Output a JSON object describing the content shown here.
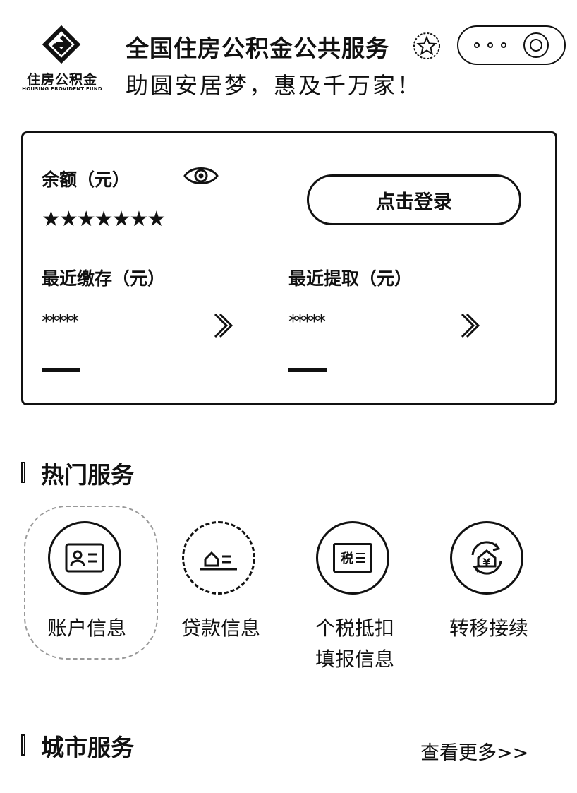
{
  "header": {
    "logo_cn": "住房公积金",
    "logo_en": "HOUSING PROVIDENT FUND",
    "title": "全国住房公积金公共服务",
    "slogan": "助圆安居梦，惠及千万家！"
  },
  "account_card": {
    "balance_label": "余额（元）",
    "balance_value": "★★★★★★★",
    "login_button": "点击登录",
    "recent_deposit_label": "最近缴存（元）",
    "recent_deposit_value": "*****",
    "recent_deposit_placeholder": "---",
    "recent_withdraw_label": "最近提取（元）",
    "recent_withdraw_value": "*****",
    "recent_withdraw_placeholder": "---"
  },
  "hot_services": {
    "title": "热门服务",
    "items": [
      {
        "label": "账户信息",
        "icon": "account-card-icon"
      },
      {
        "label": "贷款信息",
        "icon": "loan-house-icon"
      },
      {
        "label": "个税抵扣\n填报信息",
        "icon": "tax-icon",
        "icon_text": "税"
      },
      {
        "label": "转移接续",
        "icon": "transfer-yuan-icon",
        "icon_text": "¥"
      }
    ]
  },
  "city_services": {
    "title": "城市服务",
    "more_link": "查看更多>>"
  }
}
